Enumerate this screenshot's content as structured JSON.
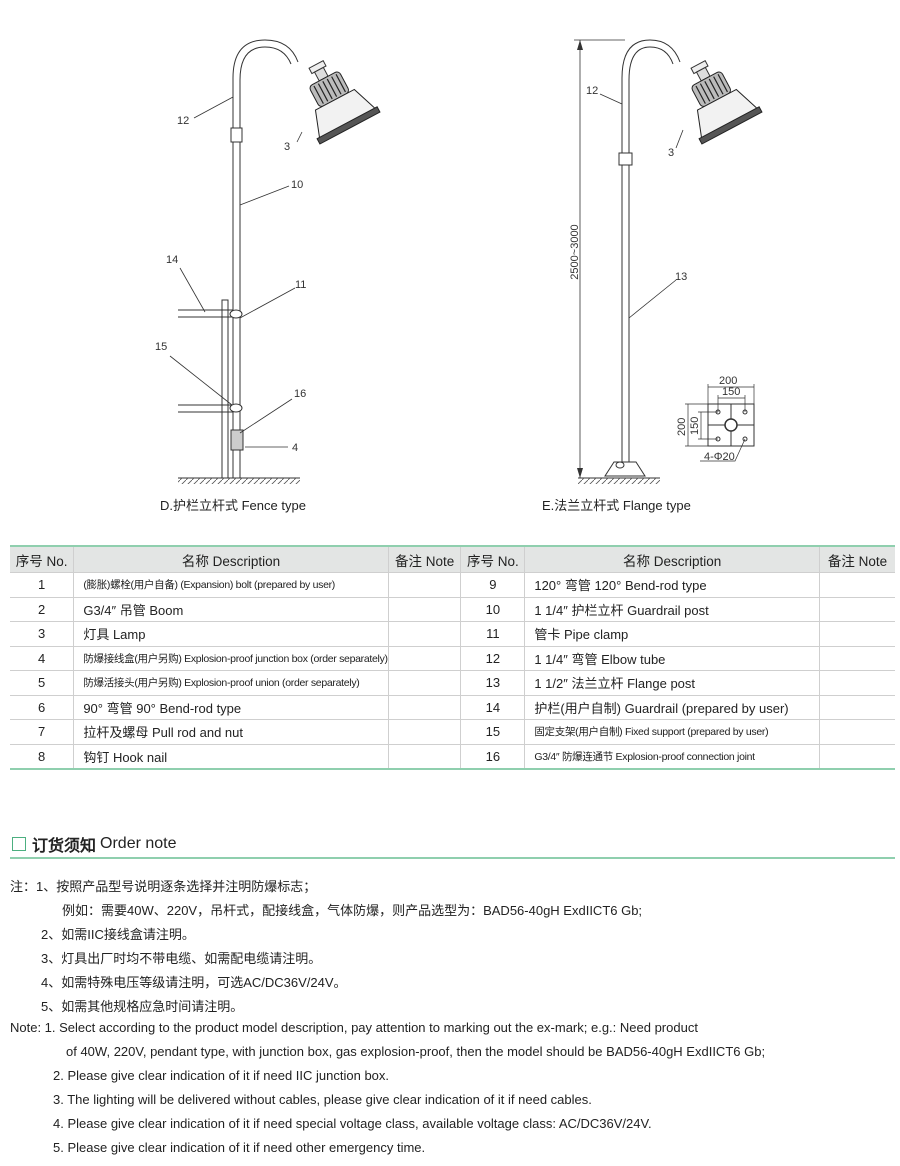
{
  "drawings": {
    "fence": {
      "caption": "D.护栏立杆式 Fence type",
      "labels": {
        "l12": "12",
        "l3": "3",
        "l10": "10",
        "l14": "14",
        "l11": "11",
        "l15": "15",
        "l16": "16",
        "l4": "4"
      }
    },
    "flange": {
      "caption": "E.法兰立杆式 Flange type",
      "height_dim": "2500~3000",
      "labels": {
        "l12": "12",
        "l3": "3",
        "l13": "13"
      },
      "base_detail": {
        "outer": "200",
        "inner": "150",
        "outer_v": "200",
        "inner_v": "150",
        "holes": "4-Φ20"
      }
    }
  },
  "table": {
    "headers": {
      "no": "序号 No.",
      "desc": "名称 Description",
      "note": "备注 Note"
    },
    "left": [
      {
        "no": "1",
        "desc": "(膨胀)螺栓(用户自备) (Expansion) bolt (prepared by user)",
        "note": ""
      },
      {
        "no": "2",
        "desc": "G3/4″ 吊管 Boom",
        "note": ""
      },
      {
        "no": "3",
        "desc": "灯具 Lamp",
        "note": ""
      },
      {
        "no": "4",
        "desc": "防爆接线盒(用户另购) Explosion-proof junction box (order separately)",
        "note": ""
      },
      {
        "no": "5",
        "desc": "防爆活接头(用户另购) Explosion-proof union (order separately)",
        "note": ""
      },
      {
        "no": "6",
        "desc": "90° 弯管 90° Bend-rod type",
        "note": ""
      },
      {
        "no": "7",
        "desc": "拉杆及螺母 Pull rod and nut",
        "note": ""
      },
      {
        "no": "8",
        "desc": "钩钉 Hook nail",
        "note": ""
      }
    ],
    "right": [
      {
        "no": "9",
        "desc": "120° 弯管 120° Bend-rod type",
        "note": ""
      },
      {
        "no": "10",
        "desc": "1 1/4″ 护栏立杆 Guardrail post",
        "note": ""
      },
      {
        "no": "11",
        "desc": "管卡 Pipe clamp",
        "note": ""
      },
      {
        "no": "12",
        "desc": "1 1/4″ 弯管 Elbow tube",
        "note": ""
      },
      {
        "no": "13",
        "desc": "1 1/2″ 法兰立杆 Flange post",
        "note": ""
      },
      {
        "no": "14",
        "desc": "护栏(用户自制) Guardrail (prepared by user)",
        "note": ""
      },
      {
        "no": "15",
        "desc": "固定支架(用户自制) Fixed support (prepared by user)",
        "note": ""
      },
      {
        "no": "16",
        "desc": "G3/4″ 防爆连通节 Explosion-proof connection joint",
        "note": ""
      }
    ]
  },
  "order_note": {
    "title_cn": "订货须知",
    "title_en": "Order note",
    "cn_lines": [
      "注：1、按照产品型号说明逐条选择并注明防爆标志；",
      "例如：需要40W、220V，吊杆式，配接线盒，气体防爆，则产品选型为：BAD56-40gH ExdIICT6 Gb;",
      "2、如需IIC接线盒请注明。",
      "3、灯具出厂时均不带电缆、如需配电缆请注明。",
      "4、如需特殊电压等级请注明，可选AC/DC36V/24V。",
      "5、如需其他规格应急时间请注明。"
    ],
    "en_lines": [
      "Note: 1. Select according to the product model description, pay attention to marking out the ex-mark;  e.g.: Need product",
      "of 40W, 220V, pendant type, with junction box, gas explosion-proof, then the model should be BAD56-40gH ExdIICT6 Gb;",
      "2. Please give clear indication of it if need IIC junction box.",
      "3. The lighting will be delivered without cables, please give clear indication of it if need cables.",
      "4. Please give clear indication of it if need special voltage class, available voltage class: AC/DC36V/24V.",
      "5. Please give clear indication of it if need other emergency time."
    ]
  }
}
